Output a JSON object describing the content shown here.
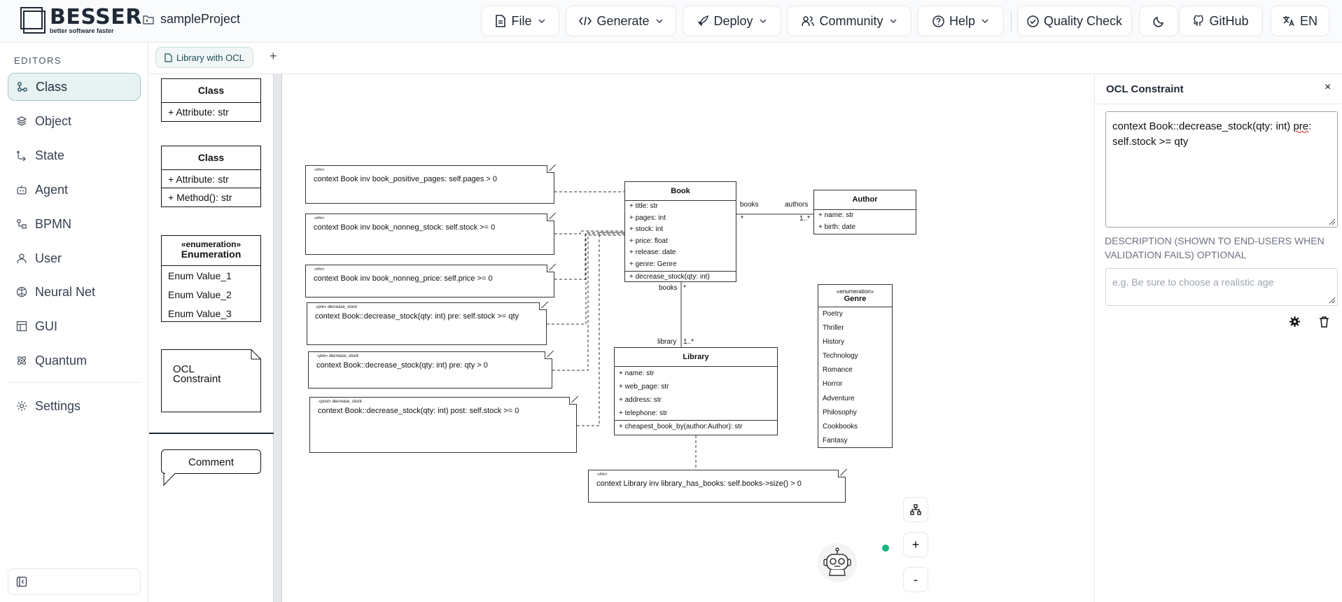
{
  "app": {
    "logo_word": "BESSER",
    "logo_tagline": "better software faster",
    "project_name": "sampleProject"
  },
  "toolbar": {
    "file": "File",
    "generate": "Generate",
    "deploy": "Deploy",
    "community": "Community",
    "help": "Help",
    "quality": "Quality Check",
    "github": "GitHub",
    "lang": "EN"
  },
  "sidebar": {
    "section_title": "EDITORS",
    "items": [
      {
        "label": "Class",
        "icon": "class-diagram-icon",
        "active": true
      },
      {
        "label": "Object",
        "icon": "layers-icon"
      },
      {
        "label": "State",
        "icon": "state-icon"
      },
      {
        "label": "Agent",
        "icon": "agent-icon"
      },
      {
        "label": "BPMN",
        "icon": "bpmn-icon"
      },
      {
        "label": "User",
        "icon": "user-icon"
      },
      {
        "label": "Neural Net",
        "icon": "neural-net-icon"
      },
      {
        "label": "GUI",
        "icon": "gui-icon"
      },
      {
        "label": "Quantum",
        "icon": "quantum-icon"
      }
    ],
    "settings": "Settings"
  },
  "tabs": {
    "active": "Library with OCL",
    "add": "+"
  },
  "palette": {
    "class1": {
      "title": "Class",
      "attribute": "+ Attribute: str"
    },
    "class2": {
      "title": "Class",
      "attribute": "+ Attribute: str",
      "method": "+ Method(): str"
    },
    "enum": {
      "stereotype": "«enumeration»",
      "title": "Enumeration",
      "values": [
        "Enum Value_1",
        "Enum Value_2",
        "Enum Value_3"
      ]
    },
    "ocl": {
      "line1": "OCL",
      "line2": "Constraint"
    },
    "comment": "Comment"
  },
  "diagram": {
    "notes": [
      {
        "stereo": "«inv»",
        "text": "context Book inv book_positive_pages: self.pages > 0"
      },
      {
        "stereo": "«inv»",
        "text": "context Book inv book_nonneg_stock: self.stock >= 0"
      },
      {
        "stereo": "«inv»",
        "text": "context Book inv book_nonneg_price: self.price >= 0"
      },
      {
        "stereo": "«pre» decrease_stock",
        "text": "context Book::decrease_stock(qty: int) pre: self.stock >= qty"
      },
      {
        "stereo": "«pre» decrease_stock",
        "text": "context Book::decrease_stock(qty: int) pre: qty > 0"
      },
      {
        "stereo": "«post» decrease_stock",
        "text": "context Book::decrease_stock(qty: int) post: self.stock >= 0"
      },
      {
        "stereo": "«inv»",
        "text": "context Library inv library_has_books: self.books->size() > 0"
      }
    ],
    "book": {
      "name": "Book",
      "attributes": [
        "+ title: str",
        "+ pages: int",
        "+ stock: int",
        "+ price: float",
        "+ release: date",
        "+ genre: Genre"
      ],
      "method": "+ decrease_stock(qty: int)"
    },
    "author": {
      "name": "Author",
      "attributes": [
        "+ name: str",
        "+ birth: date"
      ]
    },
    "library": {
      "name": "Library",
      "attributes": [
        "+ name: str",
        "+ web_page: str",
        "+ address: str",
        "+ telephone: str"
      ],
      "method": "+ cheapest_book_by(author:Author): str"
    },
    "genre": {
      "stereotype": "«enumeration»",
      "name": "Genre",
      "values": [
        "Poetry",
        "Thriller",
        "History",
        "Technology",
        "Romance",
        "Horror",
        "Adventure",
        "Philosophy",
        "Cookbooks",
        "Fantasy"
      ]
    },
    "assoc_labels": {
      "book_author_role_left": "books",
      "book_author_role_right": "authors",
      "book_author_mult_left": "*",
      "book_author_mult_right": "1..*",
      "book_library_role_top": "books",
      "book_library_mult_top": "*",
      "book_library_role_bottom": "library",
      "book_library_mult_bottom": "1..*"
    },
    "zoom_in": "+",
    "zoom_out": "-"
  },
  "panel": {
    "title": "OCL Constraint",
    "close": "×",
    "ocl_before": "context Book::decrease_stock(qty: int) ",
    "ocl_flagged": "pre",
    "ocl_after": ":",
    "ocl_line2": "self.stock >= qty",
    "description_label": "DESCRIPTION (SHOWN TO END-USERS WHEN VALIDATION FAILS) OPTIONAL",
    "description_placeholder": "e.g. Be sure to choose a realistic age"
  },
  "colors": {
    "accent": "#1f4e5a",
    "active_bg": "#e8f2f2",
    "online": "#10b981",
    "spell_error": "#dc2626"
  }
}
